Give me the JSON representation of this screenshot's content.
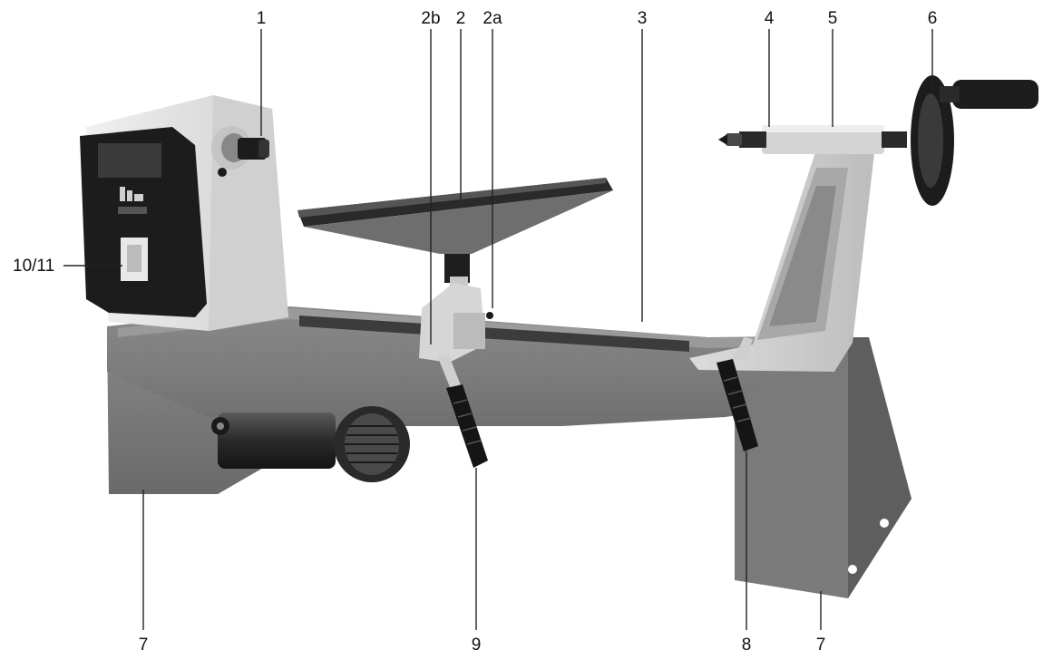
{
  "labels": {
    "l1": "1",
    "l2b": "2b",
    "l2": "2",
    "l2a": "2a",
    "l3": "3",
    "l4": "4",
    "l5": "5",
    "l6": "6",
    "l1011": "10/11",
    "l7_left": "7",
    "l9": "9",
    "l8": "8",
    "l7_right": "7"
  },
  "colors": {
    "bed": "#787878",
    "bed_dark": "#5c5c5c",
    "casting": "#d6d6d6",
    "casting_light": "#e8e8e8",
    "black": "#1a1a1a",
    "leader": "#222222"
  }
}
